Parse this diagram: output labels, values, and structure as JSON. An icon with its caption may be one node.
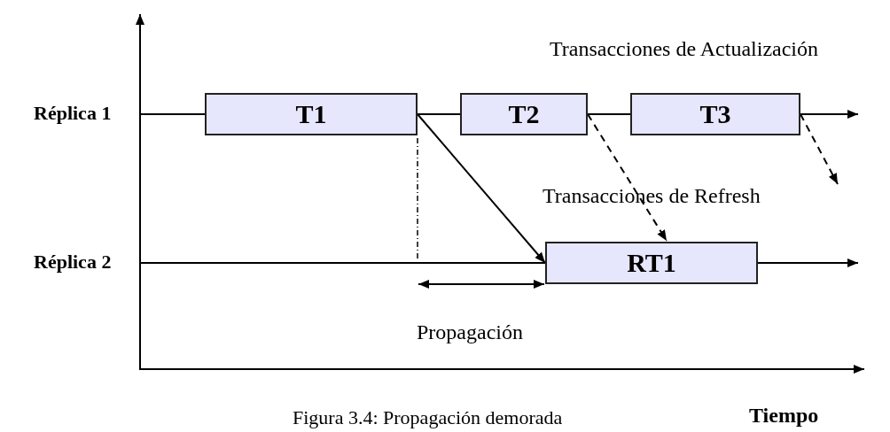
{
  "diagram": {
    "caption": "Figura 3.4: Propagación demorada",
    "nodes": [
      {
        "text": [
          "T1"
        ]
      },
      {
        "text": [
          "T2"
        ]
      },
      {
        "text": [
          "T3"
        ]
      },
      {
        "text": [
          "RT1"
        ]
      }
    ],
    "edges": [
      {
        "from": null,
        "to": 0,
        "arrow": "none"
      },
      {
        "from": 0,
        "to": 1,
        "arrow": "none"
      },
      {
        "from": 1,
        "to": 2,
        "arrow": "none"
      },
      {
        "from": 2,
        "to": null,
        "arrow": "to"
      },
      {
        "from": 0,
        "to": 3,
        "arrow": "to"
      },
      {
        "from": 1,
        "to": 3,
        "arrow": "to",
        "style": "dashed"
      },
      {
        "from": 2,
        "to": null,
        "arrow": "to",
        "style": "dashed"
      },
      {
        "from": null,
        "to": 3,
        "arrow": "none"
      },
      {
        "from": 3,
        "to": null,
        "arrow": "to"
      }
    ],
    "labels": [
      "Transacciones de Actualización",
      "Réplica 1",
      "Transacciones de Refresh",
      "Réplica 2",
      "Propagación",
      "Tiempo"
    ]
  }
}
